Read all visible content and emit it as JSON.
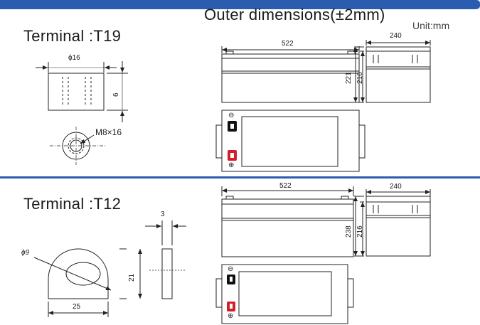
{
  "header": {
    "title": "Outer dimensions(±2mm)",
    "unit": "Unit:mm"
  },
  "colors": {
    "accent": "#2a5db0",
    "terminal_negative": "#111111",
    "terminal_positive": "#d21f2c"
  },
  "terminal_t19": {
    "label": "Terminal :T19",
    "diameter": "ϕ16",
    "height": "6",
    "bolt": "M8×16"
  },
  "battery_top": {
    "length": "522",
    "width": "240",
    "height_total": "221",
    "height_case": "216",
    "neg_symbol": "⊖",
    "pos_symbol": "⊕"
  },
  "terminal_t12": {
    "label": "Terminal :T12",
    "diameter": "ϕ9",
    "thickness": "3",
    "height": "21",
    "width": "25"
  },
  "battery_bottom": {
    "length": "522",
    "width": "240",
    "height_total": "238",
    "height_case": "216",
    "neg_symbol": "⊖",
    "pos_symbol": "⊕"
  }
}
